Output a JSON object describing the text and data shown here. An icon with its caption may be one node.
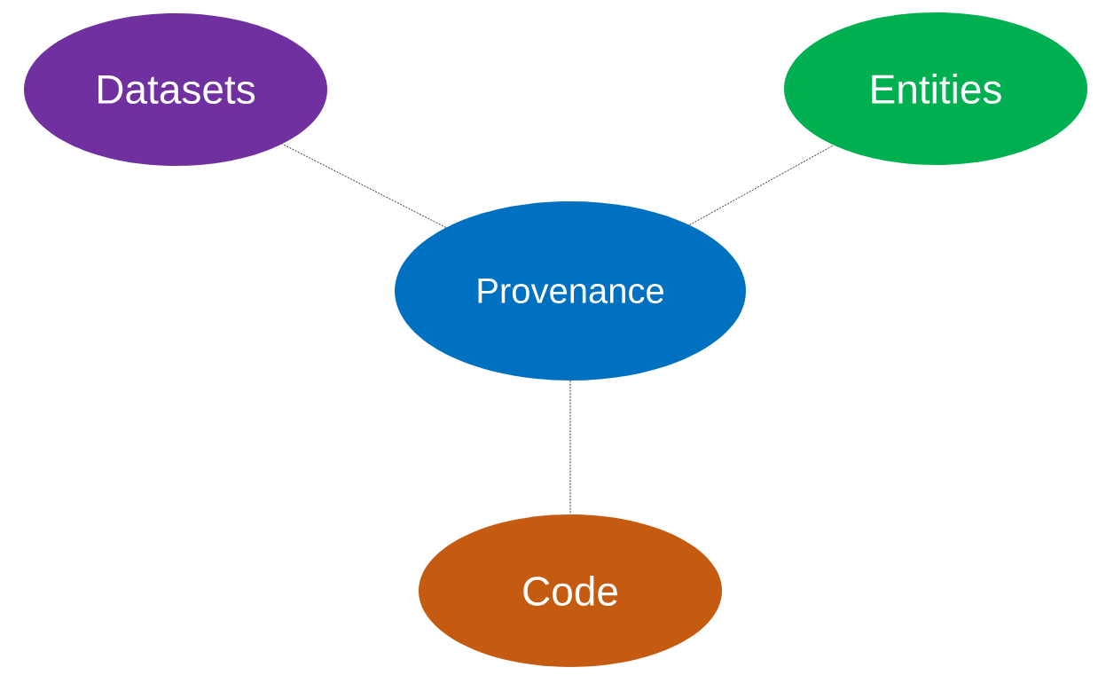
{
  "diagram": {
    "nodes": [
      {
        "text": [
          "Datasets"
        ]
      },
      {
        "text": [
          "Entities"
        ]
      },
      {
        "text": [
          "Provenance"
        ]
      },
      {
        "text": [
          "Code"
        ]
      }
    ],
    "edges": [
      {
        "from": 2,
        "to": 0,
        "arrow": "none",
        "style": "dashed"
      },
      {
        "from": 2,
        "to": 1,
        "arrow": "none",
        "style": "dashed"
      },
      {
        "from": 2,
        "to": 3,
        "arrow": "none",
        "style": "dashed"
      }
    ]
  }
}
